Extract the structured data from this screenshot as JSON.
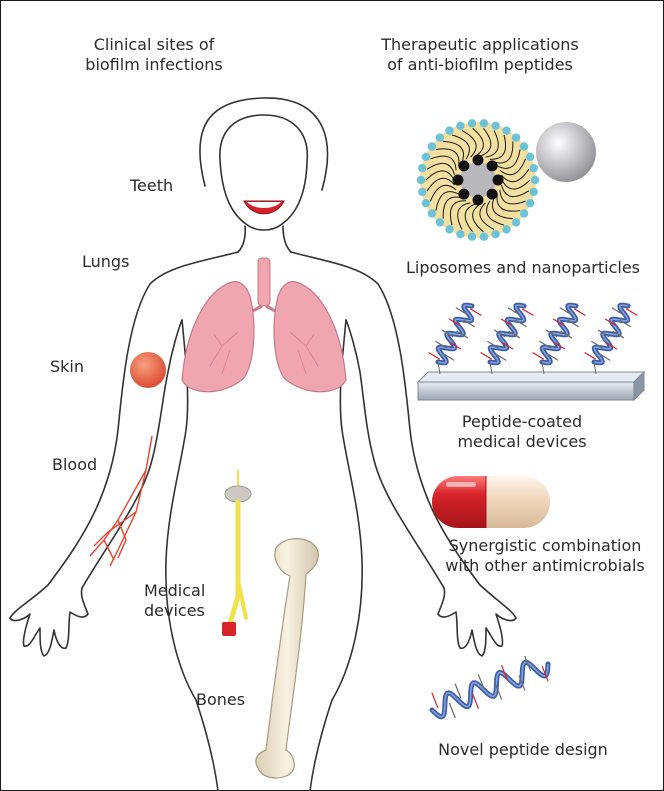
{
  "headings": {
    "left": [
      "Clinical sites of",
      "biofilm infections"
    ],
    "right": [
      "Therapeutic applications",
      "of anti-biofilm peptides"
    ]
  },
  "body_labels": {
    "teeth": "Teeth",
    "lungs": "Lungs",
    "skin": "Skin",
    "blood": "Blood",
    "medical_devices": [
      "Medical",
      "devices"
    ],
    "bones": "Bones"
  },
  "applications": {
    "liposomes": "Liposomes and nanoparticles",
    "coated_devices": [
      "Peptide-coated",
      "medical devices"
    ],
    "combination": [
      "Synergistic combination",
      "with other antimicrobials"
    ],
    "design": "Novel peptide design"
  },
  "colors": {
    "outline": "#333333",
    "lung": "#f0a6b0",
    "skin_spot": "#e2553f",
    "vessels": "#e8432e",
    "catheter": "#f2e24a",
    "peptide": "#3e5fa8",
    "lipid_head": "#6cc3d8",
    "lipid_core": "#f3dfa0",
    "capsule_red": "#d8232a",
    "capsule_cream": "#f1d9c0",
    "bone": "#f2ead8"
  }
}
